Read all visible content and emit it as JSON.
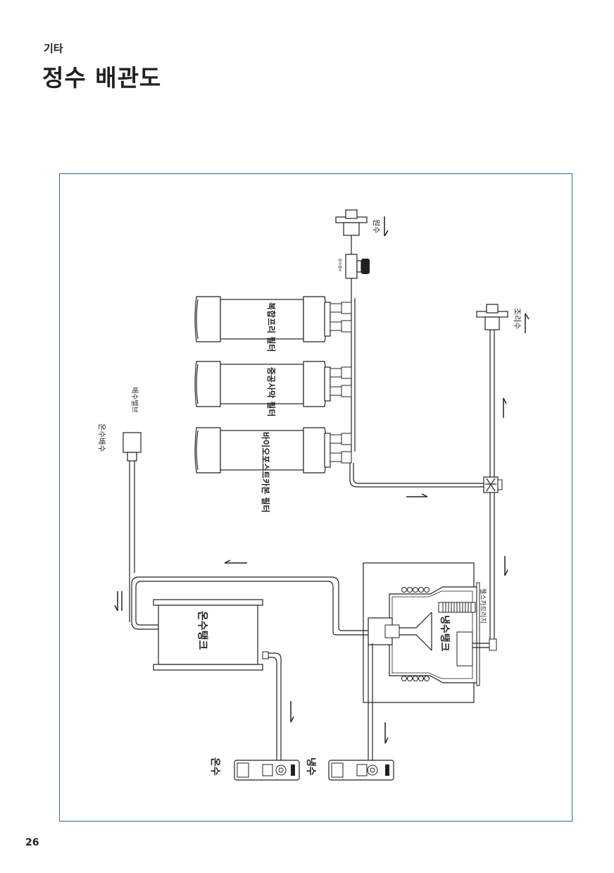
{
  "header": {
    "section": "기타",
    "title": "정수 배관도"
  },
  "page_number": "26",
  "diagram": {
    "labels": {
      "water_inlet": "원수",
      "inlet_valve": "원수밸브",
      "cooking_water": "조리수",
      "composite_filter": "복합프리 필터",
      "membrane_filter": "중공사막 필터",
      "bio_carbon_filter": "바이오포스트카본 필터",
      "drain_valve": "배수밸브",
      "hot_drain": "온수배수",
      "hot_tank": "온수탱크",
      "cold_tank": "냉수탱크",
      "uv_cartridge": "웰스카트리지",
      "hot_water": "온수",
      "cold_water": "냉수"
    }
  }
}
